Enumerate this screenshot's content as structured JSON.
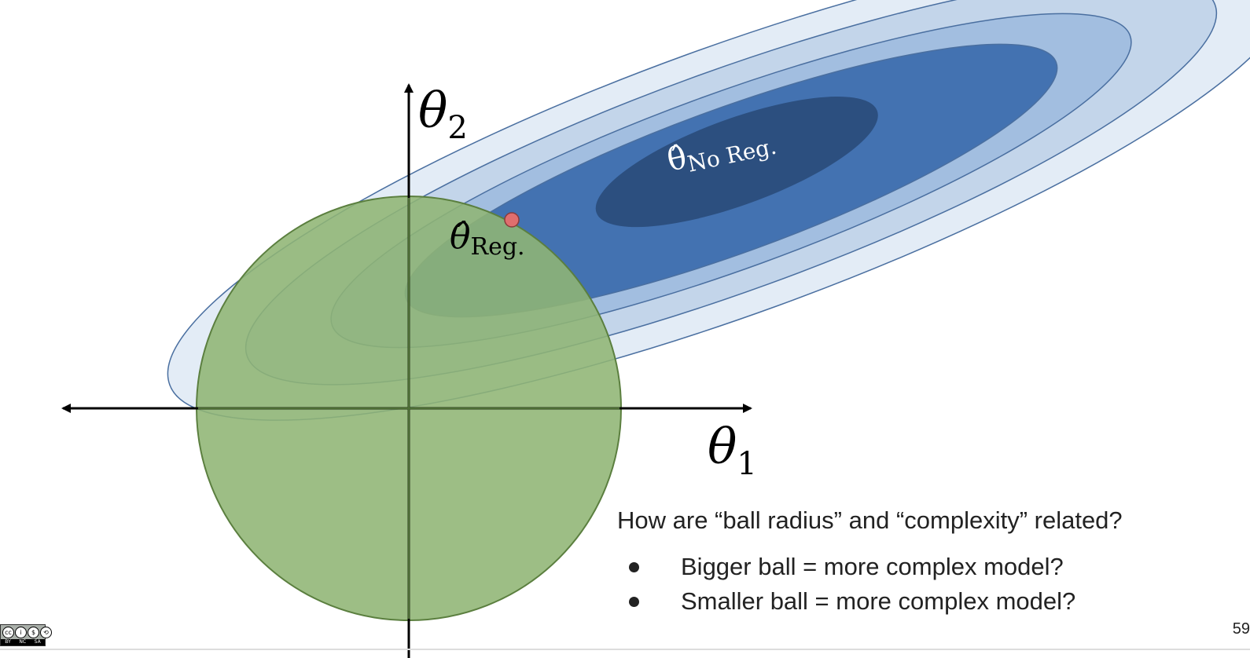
{
  "diagram": {
    "axis_labels": {
      "theta2": {
        "symbol": "θ",
        "subscript": "2"
      },
      "theta1": {
        "symbol": "θ",
        "subscript": "1"
      }
    },
    "labels": {
      "no_reg": {
        "symbol": "θ̂",
        "subscript": "No Reg."
      },
      "reg": {
        "symbol": "θ̂",
        "subscript": "Reg."
      }
    },
    "colors": {
      "ball_fill": "#8fb574",
      "ball_stroke": "#5b7f3f",
      "contour_stroke": "#4a6fa0",
      "contour_fills": [
        "#e3ecf6",
        "#c3d5ea",
        "#a2bee0",
        "#4372b1",
        "#2c4f7f"
      ],
      "point": "#e06e6e",
      "axis": "#000000"
    }
  },
  "question": "How are “ball radius” and “complexity” related?",
  "bullets": [
    "Bigger ball = more complex model?",
    "Smaller ball = more complex model?"
  ],
  "slide_number": "59",
  "license": {
    "icons": [
      "cc-icon",
      "by-icon",
      "nc-icon",
      "sa-icon"
    ],
    "labels": [
      "BY",
      "NC",
      "SA"
    ]
  }
}
